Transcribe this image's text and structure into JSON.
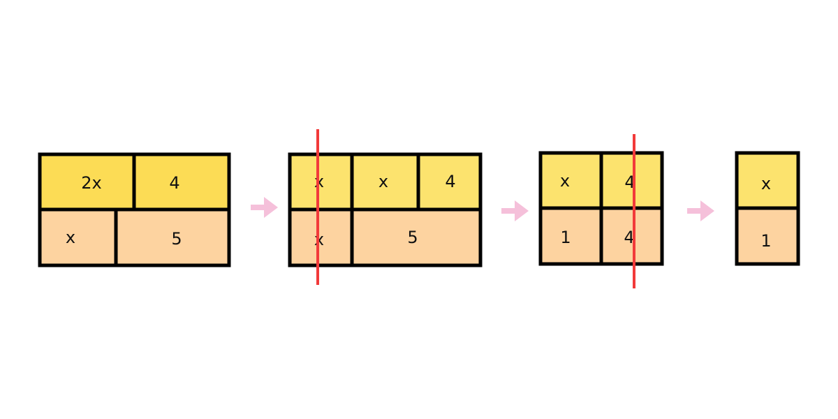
{
  "colors": {
    "top_row_first": "#FCDC55",
    "top_row": "#FCE36E",
    "bottom_row": "#FDD3A0",
    "border": "#000000",
    "cut_line": "#F23A3A",
    "arrow": "#F5C0DA"
  },
  "steps": [
    {
      "top": [
        "2x",
        "4"
      ],
      "bottom": [
        "x",
        "5"
      ],
      "cut": false
    },
    {
      "top": [
        "x",
        "x",
        "4"
      ],
      "bottom": [
        "x",
        "5"
      ],
      "cut": true
    },
    {
      "top": [
        "x",
        "4"
      ],
      "bottom": [
        "1",
        "4"
      ],
      "cut": true
    },
    {
      "top": [
        "x"
      ],
      "bottom": [
        "1"
      ],
      "cut": false
    }
  ],
  "arrow_icon": "right-arrow-icon"
}
